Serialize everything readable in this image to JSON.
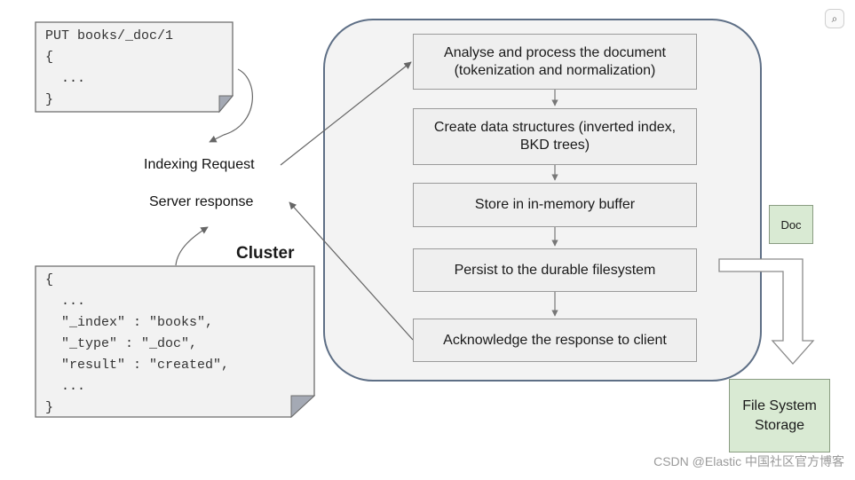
{
  "request_code": [
    "PUT books/_doc/1",
    "{",
    "  ...",
    "}"
  ],
  "response_code": [
    "{",
    "  ...",
    "  \"_index\" : \"books\",",
    "  \"_type\" : \"_doc\",",
    "  \"result\" : \"created\",",
    "  ...",
    "}"
  ],
  "labels": {
    "indexing_request": "Indexing Request",
    "server_response": "Server response",
    "cluster": "Cluster"
  },
  "steps": [
    "Analyse and process the document (tokenization and normalization)",
    "Create data structures (inverted index, BKD trees)",
    "Store in in-memory buffer",
    "Persist to the durable filesystem",
    "Acknowledge the response to client"
  ],
  "doc_label": "Doc",
  "storage_label": "File System Storage",
  "watermark": "CSDN @Elastic 中国社区官方博客",
  "colors": {
    "cluster_fill": "#f3f3f3",
    "step_fill": "#efefef",
    "note_fill": "#f2f2f2",
    "storage_fill": "#d9ead3",
    "fold_fill": "#a4a9b4"
  }
}
